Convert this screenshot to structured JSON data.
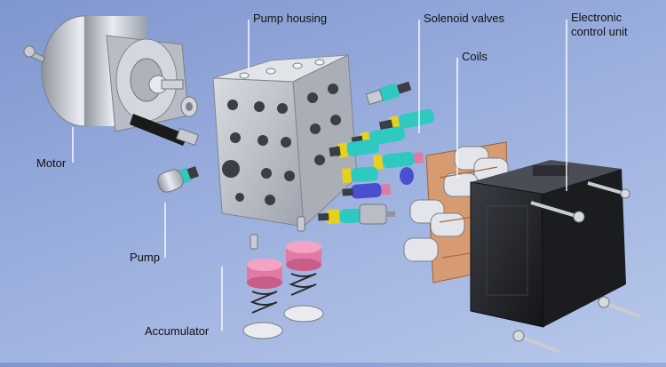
{
  "diagram": {
    "labels": {
      "pump_housing": "Pump housing",
      "solenoid_valves": "Solenoid valves",
      "coils": "Coils",
      "ecu_line1": "Electronic",
      "ecu_line2": "control unit",
      "motor": "Motor",
      "pump": "Pump",
      "accumulator": "Accumulator"
    },
    "colors": {
      "background_top": "#7f96cf",
      "background_bottom": "#b7c7ea",
      "metal": "#c9cdd6",
      "valve_cyan": "#2ec9c0",
      "valve_yellow": "#e6d21c",
      "accumulator_pink": "#e07aa4",
      "circuit_board": "#d99a6c",
      "ecu_black": "#222428",
      "leader_line": "#ffffff"
    }
  }
}
